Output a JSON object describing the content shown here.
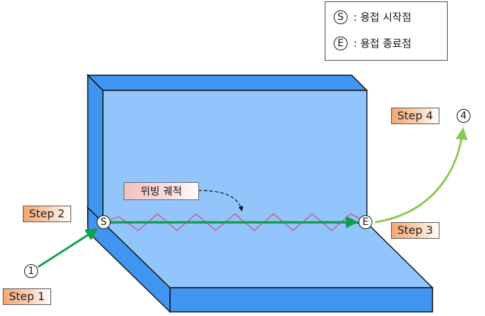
{
  "legend": {
    "start_symbol": "S",
    "start_text": ": 용접 시작점",
    "end_symbol": "E",
    "end_text": ": 용접 종료점"
  },
  "markers": {
    "start": "S",
    "end": "E",
    "n1": "1",
    "n4": "4"
  },
  "steps": {
    "step1": "Step 1",
    "step2": "Step 2",
    "step3": "Step 3",
    "step4": "Step 4"
  },
  "weaving_label": "위빙 궤적",
  "colors": {
    "plate_light": "#92c5fb",
    "plate_dark": "#3f95f0",
    "path_green": "#0ea14c",
    "arc_green": "#8cc751",
    "weave_red": "#e0304a"
  }
}
